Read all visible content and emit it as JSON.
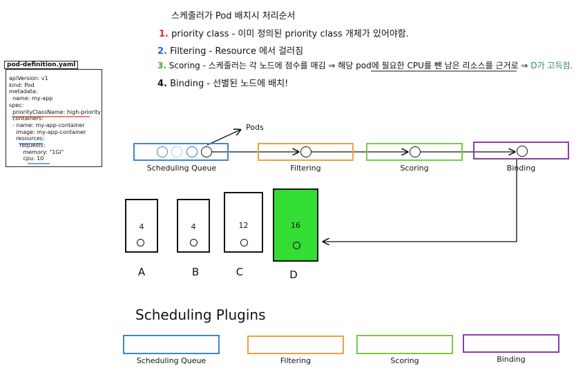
{
  "heading": "스케줄러가 Pod 배치시 처리순서",
  "steps": [
    {
      "num": "1.",
      "text": "priority class - 이미 정의된 priority class 개체가 있어야함.",
      "color": "#e0302a"
    },
    {
      "num": "2.",
      "text": "Filtering - Resource 에서 걸러짐",
      "color": "#1f6ed4"
    },
    {
      "num": "3.",
      "text": "Scoring - 스케줄러는 각 노드에 점수를 매김 ⇒ 해당 pod에 필요한 CPU를 뺀 남은 리소스를 근거로 ⇒",
      "suffix": "D가 고득점.",
      "color": "#3ea33e",
      "suffix_color": "#2e8b57"
    },
    {
      "num": "4.",
      "text": "Binding - 선별된 노드에 배치!",
      "color": "#111111"
    }
  ],
  "yaml": {
    "filename": "pod-definition.yaml",
    "lines": [
      "apiVersion: v1",
      "kind: Pod",
      "metadata:",
      "  name: my-app",
      "spec:",
      "  priorityClassName: high-priority",
      "  containers:",
      "  - name: my-app-container",
      "    image: my-app-container",
      "    resources:",
      "      requests:",
      "        memory: \"1Gi\"",
      "        cpu: 10"
    ]
  },
  "pods_label": "Pods",
  "pipeline": [
    {
      "label": "Scheduling Queue",
      "color": "#3a86d6"
    },
    {
      "label": "Filtering",
      "color": "#f0a040"
    },
    {
      "label": "Scoring",
      "color": "#7ac943"
    },
    {
      "label": "Binding",
      "color": "#8e3aa8"
    }
  ],
  "nodes": [
    {
      "letter": "A",
      "value": "4"
    },
    {
      "letter": "B",
      "value": "4"
    },
    {
      "letter": "C",
      "value": "12"
    },
    {
      "letter": "D",
      "value": "16",
      "highlight": "#33dd33"
    }
  ],
  "plugins_title": "Scheduling Plugins",
  "plugins": [
    {
      "label": "Scheduling Queue",
      "color": "#3a86d6"
    },
    {
      "label": "Filtering",
      "color": "#f0a040"
    },
    {
      "label": "Scoring",
      "color": "#7ac943"
    },
    {
      "label": "Binding",
      "color": "#8e3aa8"
    }
  ]
}
